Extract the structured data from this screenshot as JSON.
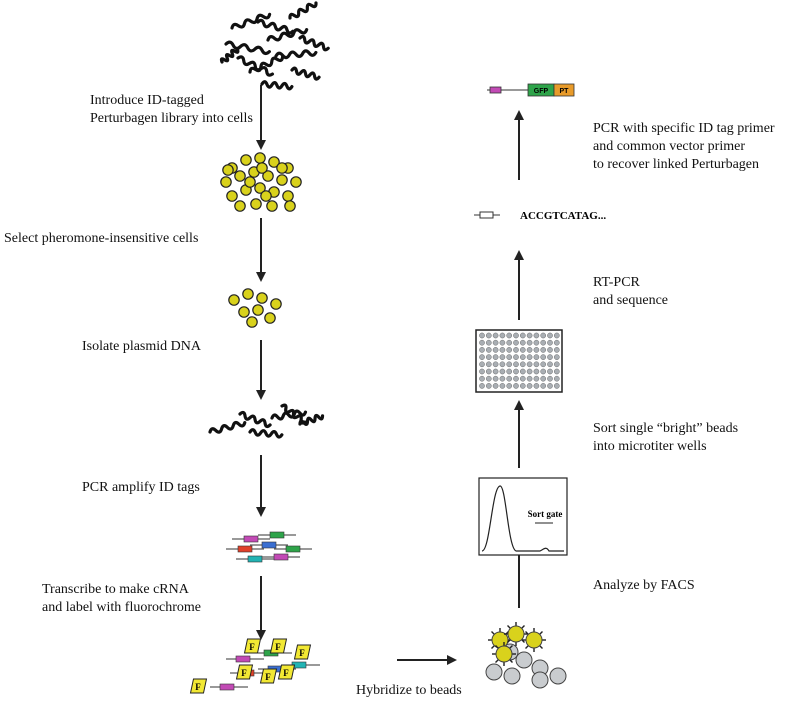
{
  "left_column": {
    "step_introduce": [
      "Introduce ID-tagged",
      "Perturbagen library into cells"
    ],
    "step_select": "Select pheromone-insensitive cells",
    "step_isolate": "Isolate plasmid DNA",
    "step_pcr": "PCR amplify ID tags",
    "step_transcribe": [
      "Transcribe to make cRNA",
      "and label with fluorochrome"
    ]
  },
  "bottom": {
    "step_hybridize": "Hybridize to beads"
  },
  "right_column": {
    "step_analyze": "Analyze by FACS",
    "step_sort": [
      "Sort single “bright” beads",
      "into microtiter wells"
    ],
    "step_rtpcr": [
      "RT-PCR",
      "and sequence"
    ],
    "step_recover": [
      "PCR with specific ID tag primer",
      "and common vector primer",
      "to recover linked Perturbagen"
    ]
  },
  "figure_labels": {
    "sequence": "ACCGTCATAG...",
    "sort_gate": "Sort gate",
    "construct_gfp": "GFP",
    "construct_pt": "PT",
    "fluorochrome_tag": "F"
  },
  "colors": {
    "cell_yellow": "#d9d21c",
    "bead_grey": "#c9cccf",
    "well_grey": "#a9aeb3",
    "gfp_green": "#2ea44a",
    "pt_orange": "#e89b2a",
    "tag_magenta": "#c24ab5",
    "fluor_tag_yellow": "#f2e833"
  }
}
